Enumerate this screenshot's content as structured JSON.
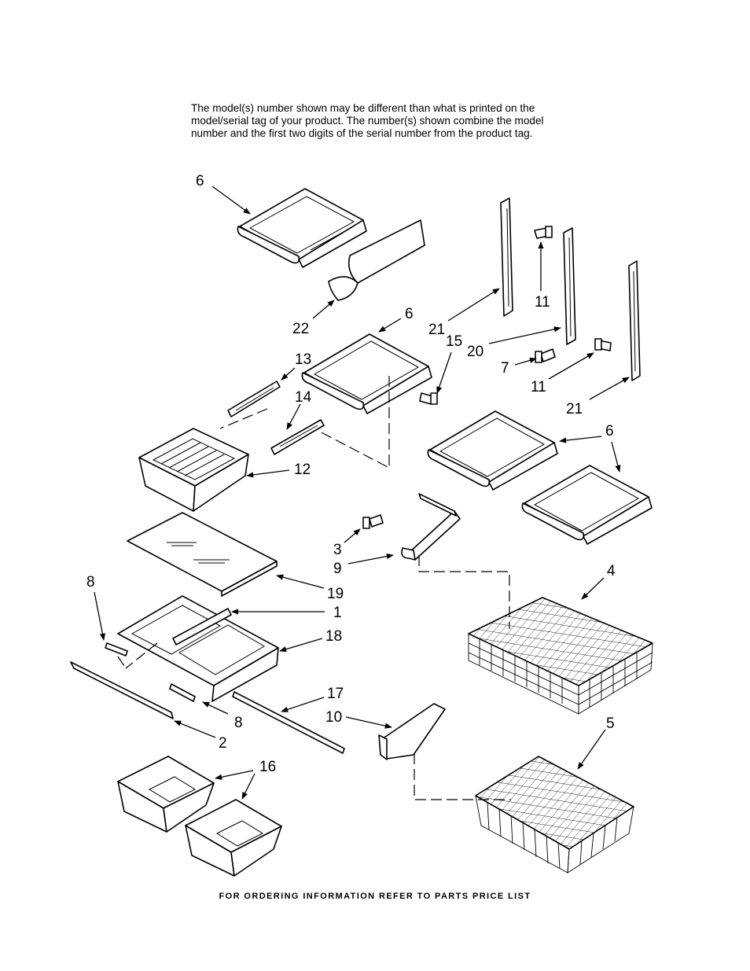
{
  "notice_lines": [
    "The model(s) number shown may be different than what is printed on the",
    "model/serial tag of your product. The number(s) shown combine the model",
    "number and the first two digits of the serial number from the product tag."
  ],
  "footer": "FOR ORDERING INFORMATION REFER TO PARTS PRICE LIST",
  "callouts": {
    "c6a": "6",
    "c22": "22",
    "c6b": "6",
    "c21a": "21",
    "c15": "15",
    "c11a": "11",
    "c20": "20",
    "c7": "7",
    "c11b": "11",
    "c21b": "21",
    "c13": "13",
    "c14": "14",
    "c12": "12",
    "c6c": "6",
    "c3": "3",
    "c9": "9",
    "c4": "4",
    "c19": "19",
    "c8a": "8",
    "c1": "1",
    "c18": "18",
    "c17": "17",
    "c8b": "8",
    "c10": "10",
    "c2": "2",
    "c5": "5",
    "c16": "16"
  }
}
